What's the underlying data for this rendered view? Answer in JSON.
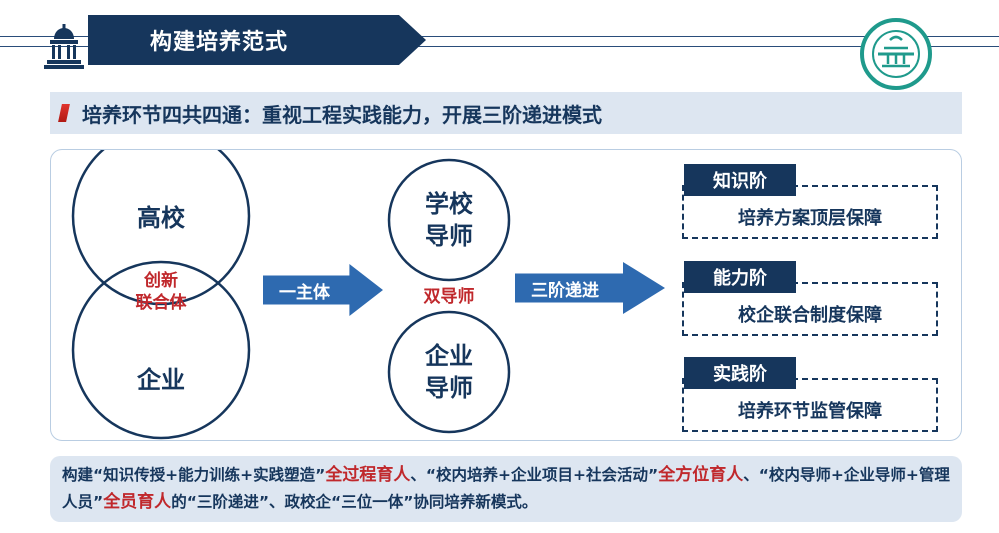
{
  "header": {
    "title": "构建培养范式"
  },
  "subtitle": {
    "text": "培养环节四共四通：重视工程实践能力，开展三阶递进模式"
  },
  "diagram": {
    "circle_top": "高校",
    "circle_bottom": "企业",
    "overlap_line1": "创新",
    "overlap_line2": "联合体",
    "arrow1": "一主体",
    "mentor_top_line1": "学校",
    "mentor_top_line2": "导师",
    "mentor_bottom_line1": "企业",
    "mentor_bottom_line2": "导师",
    "dual_mentor": "双导师",
    "arrow2": "三阶递进",
    "stages": [
      {
        "tag": "知识阶",
        "desc": "培养方案顶层保障"
      },
      {
        "tag": "能力阶",
        "desc": "校企联合制度保障"
      },
      {
        "tag": "实践阶",
        "desc": "培养环节监管保障"
      }
    ]
  },
  "summary": {
    "p1": "构建“知识传授+能力训练+实践塑造”",
    "h1": "全过程育人",
    "p2": "、“校内培养+企业项目+社会活动”",
    "h2": "全方位育人",
    "p3": "、“校内导师+企业导师+管理人员”",
    "h3": "全员育人",
    "p4": "的“三阶递进”、政校企“三位一体”协同培养新模式。"
  },
  "colors": {
    "navy": "#16365c",
    "accent_blue": "#2e6ab0",
    "highlight_red": "#c0282c",
    "light_bg": "#dde6f1"
  },
  "icons": {
    "left_logo": "university-building-icon",
    "right_logo": "school-emblem-icon",
    "subtitle_marker": "red-bullet-icon"
  }
}
